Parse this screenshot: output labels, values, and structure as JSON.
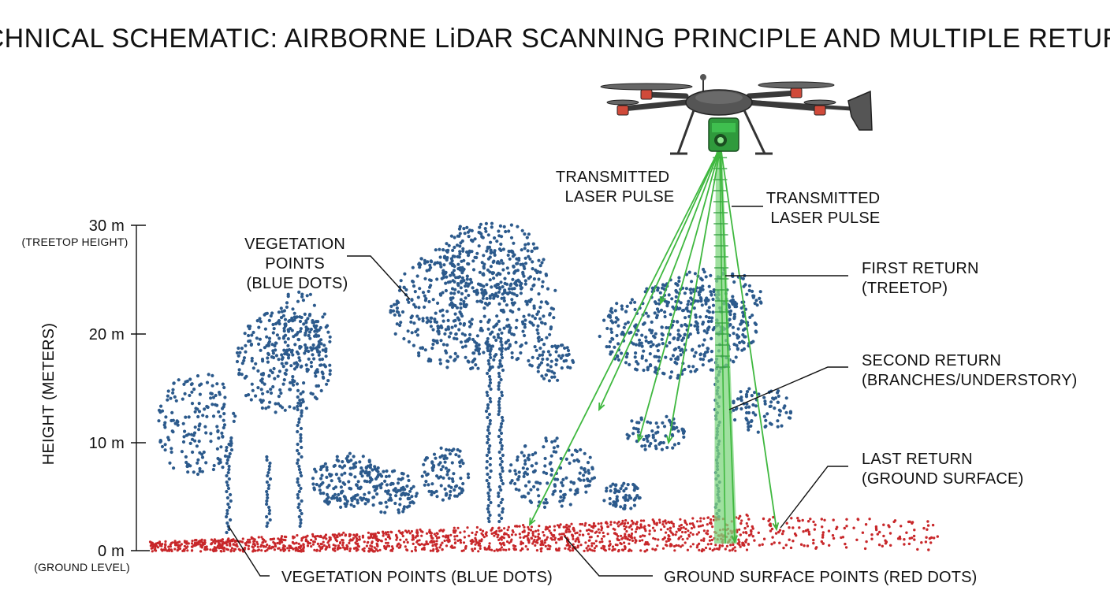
{
  "title": "TECHNICAL SCHEMATIC: AIRBORNE LiDAR SCANNING PRINCIPLE AND MULTIPLE RETURNS",
  "axis": {
    "label": "HEIGHT (METERS)",
    "ticks": [
      {
        "value": "30 m",
        "note": "(TREETOP HEIGHT)"
      },
      {
        "value": "20 m",
        "note": ""
      },
      {
        "value": "10 m",
        "note": ""
      },
      {
        "value": "0 m",
        "note": "(GROUND LEVEL)"
      }
    ]
  },
  "labels": {
    "pulse_left": [
      "TRANSMITTED",
      "LASER PULSE"
    ],
    "pulse_right": [
      "TRANSMITTED",
      "LASER PULSE"
    ],
    "first_return": [
      "FIRST RETURN",
      "(TREETOP)"
    ],
    "second_return": [
      "SECOND RETURN",
      "(BRANCHES/UNDERSTORY)"
    ],
    "last_return": [
      "LAST RETURN",
      "(GROUND SURFACE)"
    ],
    "vegetation_top": [
      "VEGETATION",
      "POINTS",
      "(BLUE DOTS)"
    ],
    "vegetation_bottom": "VEGETATION POINTS (BLUE DOTS)",
    "ground_bottom": "GROUND SURFACE POINTS (RED DOTS)"
  },
  "colors": {
    "vegetation": "#2c5a8c",
    "ground": "#c8272a",
    "laser": "#3fb83f",
    "beam_fill": "#7fd67f",
    "drone_body": "#4a4a4a",
    "sensor": "#2f9a3c"
  },
  "icons": [
    "drone-icon",
    "lidar-sensor-icon"
  ]
}
